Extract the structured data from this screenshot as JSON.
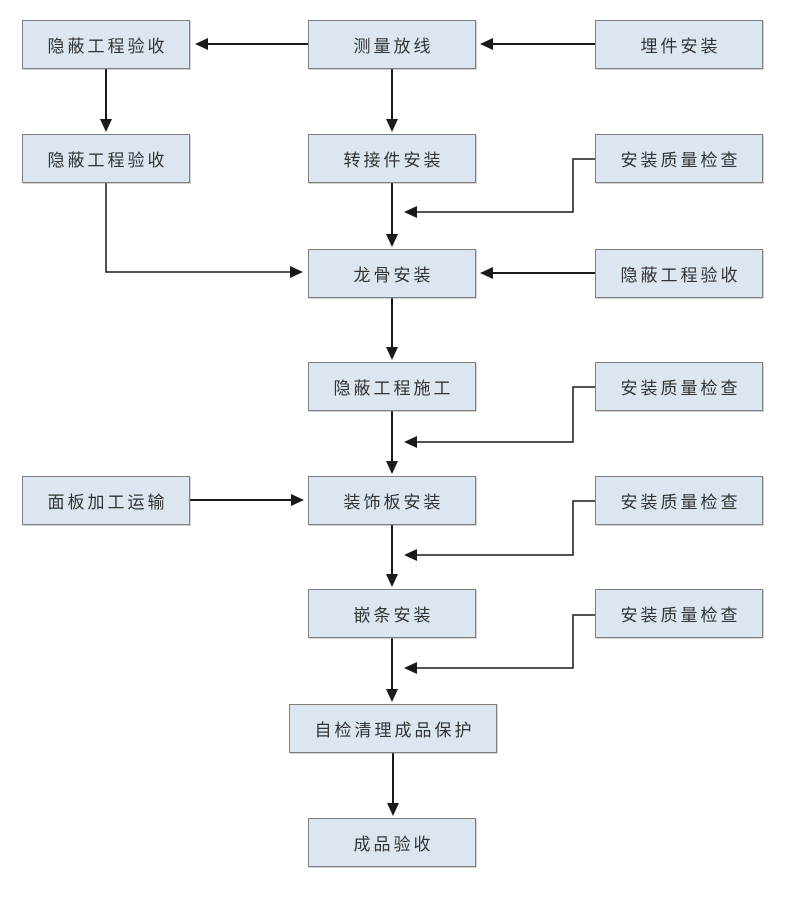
{
  "diagram": {
    "type": "flowchart",
    "language": "zh-CN",
    "background_color": "#ffffff",
    "node_fill_color": "#dce6f1",
    "node_border_color": "#7f7f7f",
    "text_color": "#333333",
    "line_color": "#1a1a1a"
  },
  "nodes": {
    "concealed_acceptance_top": {
      "label": "隐蔽工程验收"
    },
    "measure_layout": {
      "label": "测量放线"
    },
    "embed_install": {
      "label": "埋件安装"
    },
    "concealed_acceptance_left": {
      "label": "隐蔽工程验收"
    },
    "adapter_install": {
      "label": "转接件安装"
    },
    "qc_check_1": {
      "label": "安装质量检查"
    },
    "keel_install": {
      "label": "龙骨安装"
    },
    "concealed_acceptance_right": {
      "label": "隐蔽工程验收"
    },
    "concealed_construction": {
      "label": "隐蔽工程施工"
    },
    "qc_check_2": {
      "label": "安装质量检查"
    },
    "panel_processing": {
      "label": "面板加工运输"
    },
    "decorative_panel_install": {
      "label": "装饰板安装"
    },
    "qc_check_3": {
      "label": "安装质量检查"
    },
    "inlay_install": {
      "label": "嵌条安装"
    },
    "qc_check_4": {
      "label": "安装质量检查"
    },
    "self_clean_protect": {
      "label": "自检清理成品保护"
    },
    "final_acceptance": {
      "label": "成品验收"
    }
  },
  "edges": [
    {
      "from": "embed_install",
      "to": "measure_layout"
    },
    {
      "from": "measure_layout",
      "to": "concealed_acceptance_top"
    },
    {
      "from": "concealed_acceptance_top",
      "to": "concealed_acceptance_left"
    },
    {
      "from": "measure_layout",
      "to": "adapter_install"
    },
    {
      "from": "qc_check_1",
      "to": "flow:adapter_install->keel_install"
    },
    {
      "from": "adapter_install",
      "to": "keel_install"
    },
    {
      "from": "concealed_acceptance_left",
      "to": "keel_install"
    },
    {
      "from": "concealed_acceptance_right",
      "to": "keel_install"
    },
    {
      "from": "keel_install",
      "to": "concealed_construction"
    },
    {
      "from": "qc_check_2",
      "to": "flow:concealed_construction->decorative_panel_install"
    },
    {
      "from": "concealed_construction",
      "to": "decorative_panel_install"
    },
    {
      "from": "panel_processing",
      "to": "decorative_panel_install"
    },
    {
      "from": "qc_check_3",
      "to": "flow:decorative_panel_install->inlay_install"
    },
    {
      "from": "decorative_panel_install",
      "to": "inlay_install"
    },
    {
      "from": "qc_check_4",
      "to": "flow:inlay_install->self_clean_protect"
    },
    {
      "from": "inlay_install",
      "to": "self_clean_protect"
    },
    {
      "from": "self_clean_protect",
      "to": "final_acceptance"
    }
  ]
}
